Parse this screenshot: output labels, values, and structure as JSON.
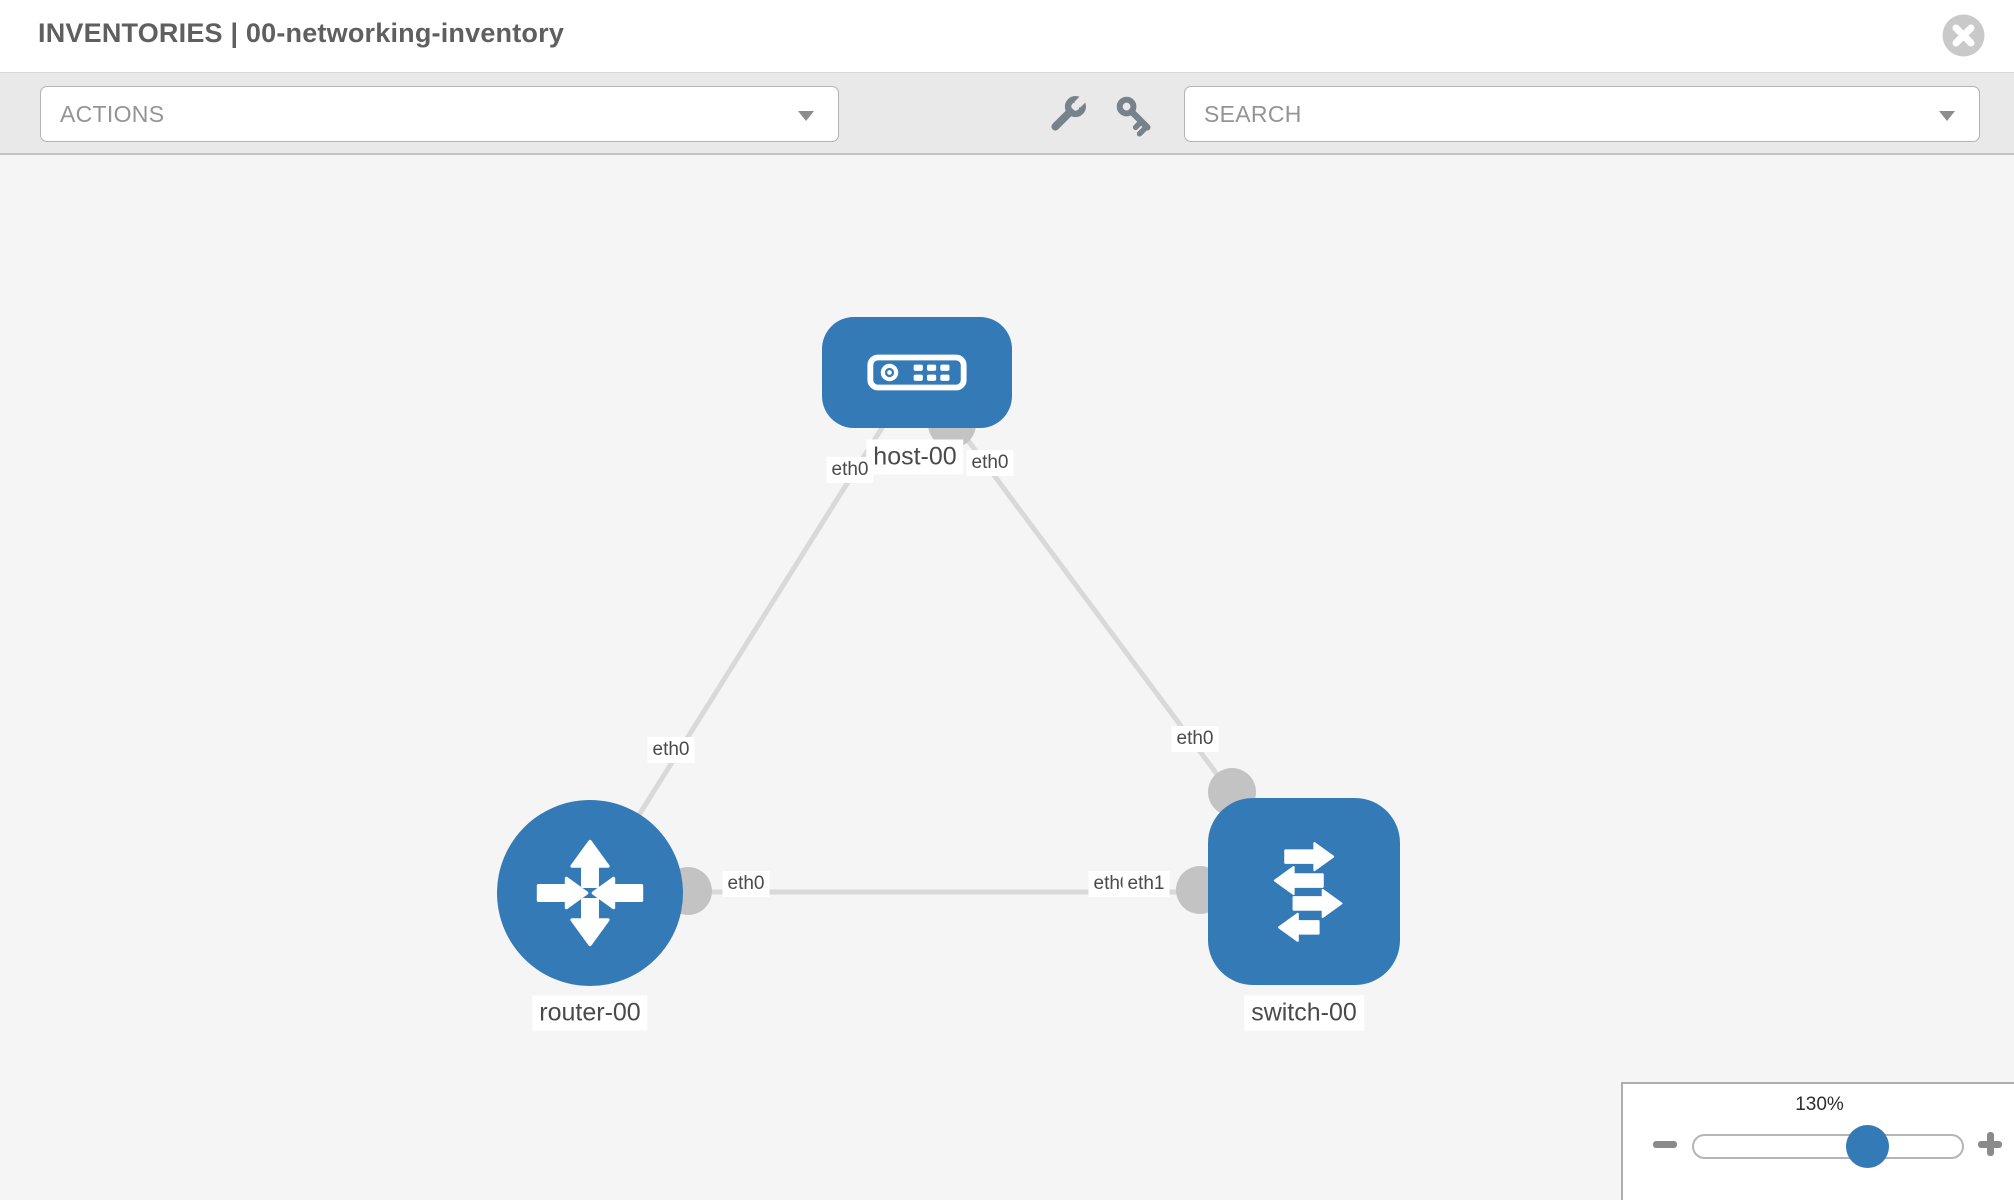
{
  "header": {
    "title": "INVENTORIES | 00-networking-inventory"
  },
  "toolbar": {
    "actions_placeholder": "ACTIONS",
    "search_placeholder": "SEARCH"
  },
  "topology": {
    "nodes": [
      {
        "type": "host",
        "label": "host-00"
      },
      {
        "type": "router",
        "label": "router-00"
      },
      {
        "type": "switch",
        "label": "switch-00"
      }
    ],
    "interfaces": [
      {
        "position": "host-left",
        "label": "eth0"
      },
      {
        "position": "host-right",
        "label": "eth0"
      },
      {
        "position": "link-host-router",
        "label": "eth0"
      },
      {
        "position": "link-host-switch",
        "label": "eth0"
      },
      {
        "position": "router-right",
        "label": "eth0"
      },
      {
        "position": "switch-left-back",
        "label": "eth0"
      },
      {
        "position": "switch-left-front",
        "label": "eth1"
      }
    ],
    "links": [
      {
        "from": "host-00",
        "to": "router-00"
      },
      {
        "from": "host-00",
        "to": "switch-00"
      },
      {
        "from": "router-00",
        "to": "switch-00"
      }
    ]
  },
  "zoom_control": {
    "level": "130%"
  },
  "colors": {
    "node_blue": "#337ab7",
    "connector_gray": "#c3c3c3",
    "link_gray": "#d9d9d9",
    "canvas_bg": "#f5f5f5"
  }
}
